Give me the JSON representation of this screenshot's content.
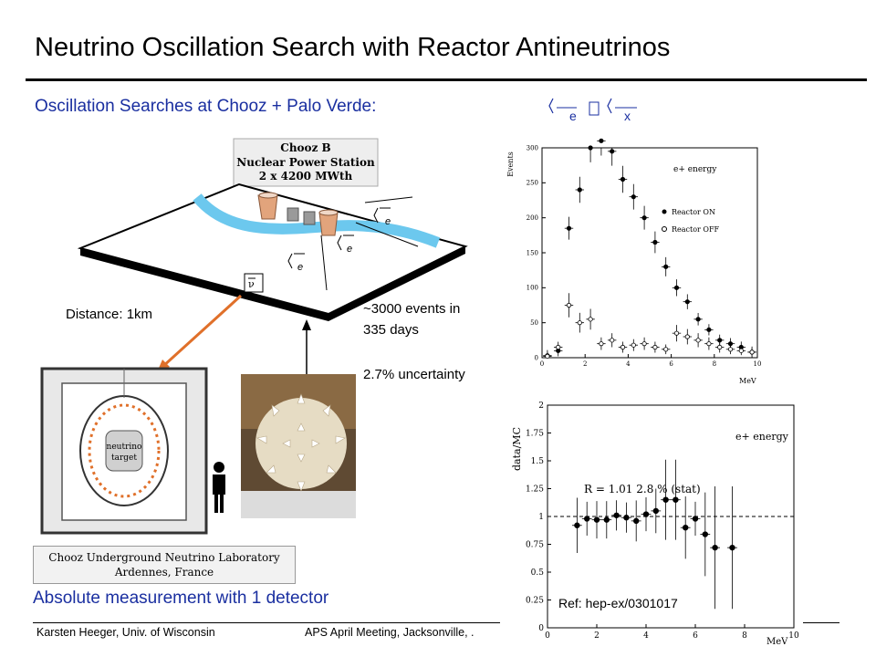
{
  "slide": {
    "title": "Neutrino Oscillation Search with Reactor Antineutrinos",
    "subtitle": "Oscillation Searches at Chooz + Palo Verde:",
    "formula": {
      "left_sub": "e",
      "right_sub": "x"
    },
    "absolute_measurement": "Absolute measurement with 1 detector"
  },
  "diagram": {
    "station_label": [
      "Chooz B",
      "Nuclear Power Station",
      "2  x  4200  MWth"
    ],
    "flavor_label": "e",
    "target_label": [
      "neutrino",
      "target"
    ],
    "lab_label": [
      "Chooz Underground Neutrino Laboratory",
      "Ardennes, France"
    ]
  },
  "notes": {
    "distance": "Distance: 1km",
    "events_line1": "~3000 events in",
    "events_line2": "335 days",
    "uncertainty": "2.7% uncertainty"
  },
  "footer": {
    "author": "Karsten Heeger, Univ. of Wisconsin",
    "meeting": "APS April Meeting, Jacksonville, ."
  },
  "chart_data": [
    {
      "type": "scatter",
      "ylabel": "Events",
      "xlabel": "MeV",
      "annotation": "e+ energy",
      "xlim": [
        0,
        10
      ],
      "ylim": [
        0,
        300
      ],
      "xticks": [
        0,
        2,
        4,
        6,
        8,
        10
      ],
      "yticks": [
        0,
        50,
        100,
        150,
        200,
        250,
        300
      ],
      "series": [
        {
          "name": "Reactor ON",
          "marker": "filled",
          "x": [
            0.25,
            0.75,
            1.25,
            1.75,
            2.25,
            2.75,
            3.25,
            3.75,
            4.25,
            4.75,
            5.25,
            5.75,
            6.25,
            6.75,
            7.25,
            7.75,
            8.25,
            8.75,
            9.25,
            9.75
          ],
          "y": [
            3,
            10,
            185,
            240,
            300,
            310,
            295,
            255,
            230,
            200,
            165,
            130,
            100,
            80,
            55,
            40,
            25,
            20,
            15,
            8
          ]
        },
        {
          "name": "Reactor OFF",
          "marker": "open",
          "x": [
            0.25,
            0.75,
            1.25,
            1.75,
            2.25,
            2.75,
            3.25,
            3.75,
            4.25,
            4.75,
            5.25,
            5.75,
            6.25,
            6.75,
            7.25,
            7.75,
            8.25,
            8.75,
            9.25,
            9.75
          ],
          "y": [
            2,
            15,
            75,
            50,
            55,
            20,
            25,
            15,
            18,
            20,
            15,
            12,
            35,
            30,
            25,
            20,
            15,
            12,
            10,
            8
          ]
        }
      ]
    },
    {
      "type": "scatter",
      "ylabel": "data/MC",
      "xlabel": "MeV",
      "annotation": "e+ energy",
      "text": "R = 1.01    2.8 % (stat)",
      "reference": "Ref: hep-ex/0301017",
      "xlim": [
        0,
        10
      ],
      "ylim": [
        0,
        2
      ],
      "xticks": [
        0,
        2,
        4,
        6,
        8,
        10
      ],
      "yticks": [
        "0",
        "0.25",
        "0.5",
        "0.75",
        "1",
        "1.25",
        "1.5",
        "1.75",
        "2"
      ],
      "reference_line": 1,
      "series": [
        {
          "name": "data/MC",
          "x": [
            1.2,
            1.6,
            2.0,
            2.4,
            2.8,
            3.2,
            3.6,
            4.0,
            4.4,
            4.8,
            5.2,
            5.6,
            6.0,
            6.4,
            6.8,
            7.5
          ],
          "y": [
            0.92,
            0.98,
            0.97,
            0.97,
            1.01,
            0.99,
            0.96,
            1.02,
            1.05,
            1.15,
            1.15,
            0.9,
            0.98,
            0.84,
            0.72,
            0.72
          ]
        }
      ]
    }
  ]
}
